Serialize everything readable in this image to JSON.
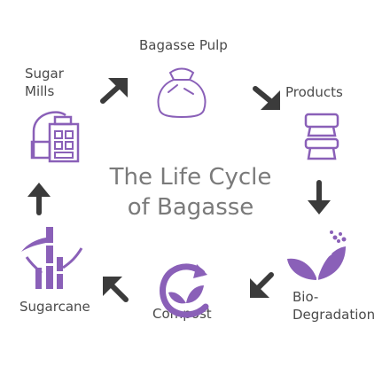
{
  "title": {
    "line1": "The Life Cycle",
    "line2": "of Bagasse"
  },
  "stages": [
    {
      "label": "Bagasse Pulp",
      "icon": "sack-icon"
    },
    {
      "label": "Products",
      "icon": "stacked-containers-icon"
    },
    {
      "label_line1": "Bio-",
      "label_line2": "Degradation",
      "icon": "sprouting-leaf-icon"
    },
    {
      "label": "Compost",
      "icon": "recycle-leaf-icon"
    },
    {
      "label": "Sugarcane",
      "icon": "sugarcane-icon"
    },
    {
      "label_line1": "Sugar",
      "label_line2": "Mills",
      "icon": "factory-icon"
    }
  ],
  "colors": {
    "accent": "#8a60b8",
    "arrow": "#3b3b3b",
    "text": "#4a4a4a",
    "title": "#7a7a7a"
  }
}
